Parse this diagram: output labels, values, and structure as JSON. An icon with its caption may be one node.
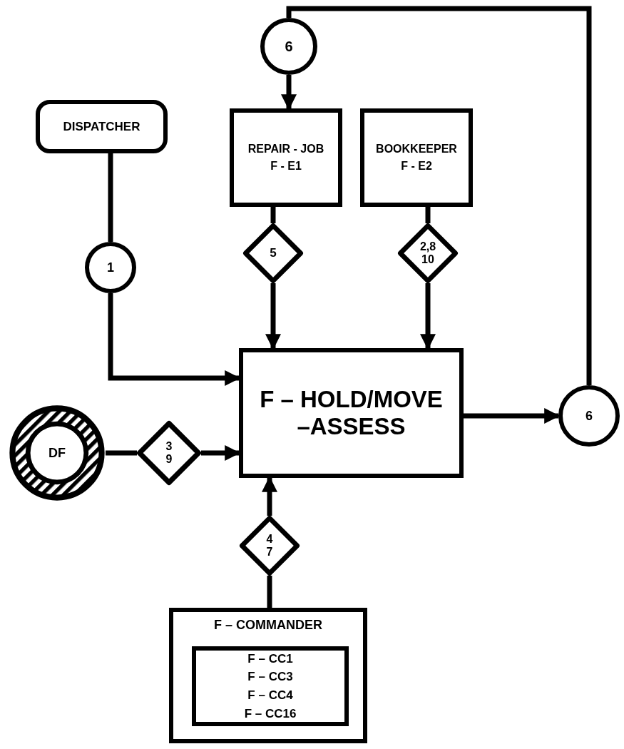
{
  "diagram": {
    "nodes": [
      {
        "text": [
          "DISPATCHER"
        ]
      },
      {
        "text": [
          "6"
        ]
      },
      {
        "text": [
          "REPAIR - JOB",
          "F - E1"
        ]
      },
      {
        "text": [
          "BOOKKEEPER",
          "F - E2"
        ]
      },
      {
        "text": [
          "1"
        ]
      },
      {
        "text": [
          "5"
        ]
      },
      {
        "text": [
          "2,8 10"
        ]
      },
      {
        "text": [
          "F – HOLD/MOVE –ASSESS"
        ]
      },
      {
        "text": [
          "6"
        ]
      },
      {
        "text": [
          "DF"
        ]
      },
      {
        "text": [
          "3 9"
        ]
      },
      {
        "text": [
          "4 7"
        ]
      },
      {
        "text": [
          "F – COMMANDER"
        ]
      },
      {
        "text": [
          "F – CC1",
          "F – CC3",
          "F – CC4",
          "F – CC16"
        ],
        "in": 12
      }
    ],
    "edges": [
      {
        "from": 1,
        "to": 2,
        "arrow": "to"
      },
      {
        "from": 8,
        "to": 1,
        "arrow": "none"
      },
      {
        "from": 0,
        "to": 4,
        "arrow": "none"
      },
      {
        "from": 4,
        "to": 7,
        "arrow": "to"
      },
      {
        "from": 2,
        "to": 5,
        "arrow": "none"
      },
      {
        "from": 5,
        "to": 7,
        "arrow": "to"
      },
      {
        "from": 3,
        "to": 6,
        "arrow": "none"
      },
      {
        "from": 6,
        "to": 7,
        "arrow": "to"
      },
      {
        "from": 7,
        "to": 8,
        "arrow": "to"
      },
      {
        "from": 9,
        "to": 10,
        "arrow": "none"
      },
      {
        "from": 10,
        "to": 7,
        "arrow": "to"
      },
      {
        "from": 12,
        "to": 11,
        "arrow": "none"
      },
      {
        "from": 11,
        "to": 7,
        "arrow": "to"
      }
    ]
  }
}
